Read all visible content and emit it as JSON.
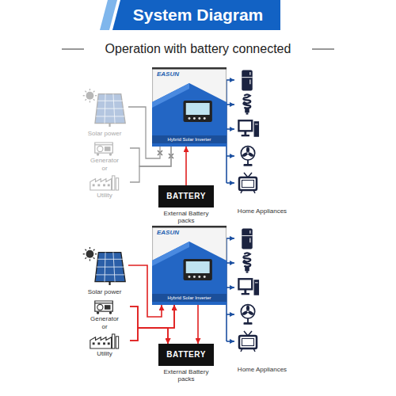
{
  "diagram": {
    "title": "System Diagram",
    "nodes": [
      {
        "text": [
          "EASUN",
          "Hybrid Solar Inverter"
        ]
      },
      {
        "text": [
          "Solar power"
        ]
      },
      {
        "text": [
          "Generator"
        ]
      },
      {
        "text": [
          "Utility"
        ]
      },
      {
        "text": [
          "BATTERY",
          "External Battery packs"
        ]
      },
      {
        "text": [
          "Home Appliances"
        ]
      },
      {
        "text": [
          "EASUN",
          "Hybrid Solar Inverter"
        ]
      },
      {
        "text": [
          "Solar power"
        ]
      },
      {
        "text": [
          "Generator"
        ]
      },
      {
        "text": [
          "Utility"
        ]
      },
      {
        "text": [
          "BATTERY",
          "External Battery packs"
        ]
      },
      {
        "text": [
          "Home Appliances"
        ]
      }
    ],
    "edges": [
      {
        "from": 1,
        "to": 0,
        "arrow": "none"
      },
      {
        "from": 2,
        "to": 0,
        "arrow": "none"
      },
      {
        "from": 3,
        "to": 0,
        "arrow": "none"
      },
      {
        "from": 4,
        "to": 0,
        "arrow": "to"
      },
      {
        "from": 0,
        "to": 5,
        "arrow": "to"
      },
      {
        "from": 7,
        "to": 6,
        "arrow": "to"
      },
      {
        "from": 8,
        "to": 6,
        "arrow": "to"
      },
      {
        "from": 9,
        "to": 6,
        "arrow": "to"
      },
      {
        "from": 8,
        "to": 10,
        "arrow": "to"
      },
      {
        "from": 9,
        "to": 10,
        "arrow": "to"
      },
      {
        "from": 6,
        "to": 10,
        "arrow": "to"
      },
      {
        "from": 6,
        "to": 11,
        "arrow": "to"
      }
    ],
    "labels": [
      "Operation with battery connected",
      "or",
      "or"
    ]
  }
}
